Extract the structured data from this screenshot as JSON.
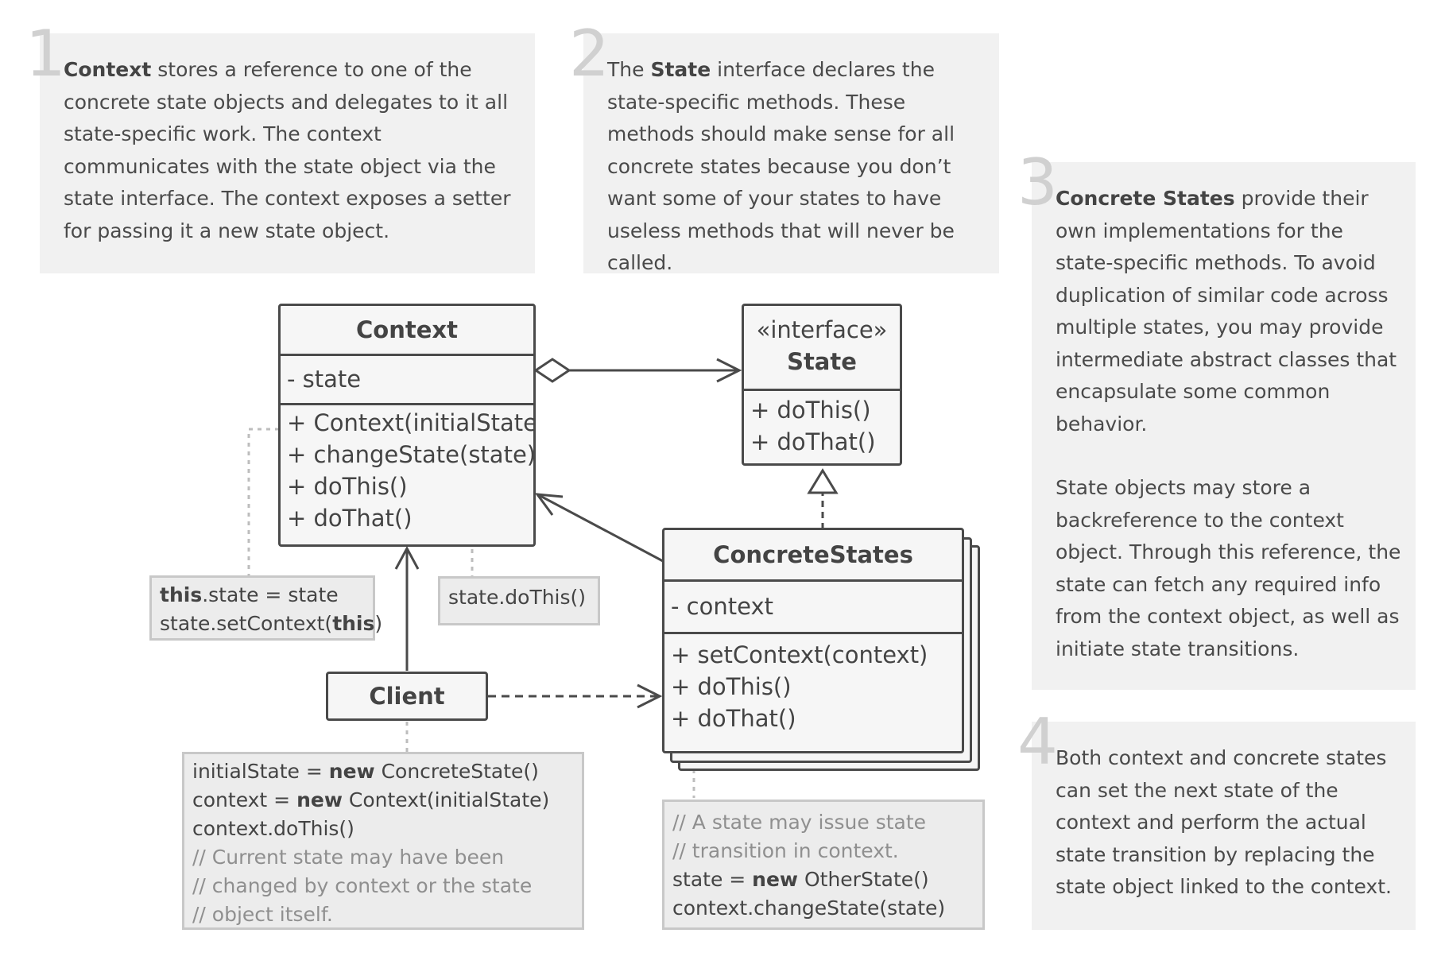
{
  "descriptions": [
    {
      "num": "1",
      "lead": "Context",
      "rest": " stores a reference to one of the concrete state objects and delegates to it all state-specific work. The context communicates with the state object via the state interface. The context exposes a setter for passing it a new state object."
    },
    {
      "num": "2",
      "pre": "The ",
      "lead": "State",
      "rest": " interface declares the state-specific methods. These methods should make sense for all concrete states because you don’t want some of your states to have useless methods that will never be called."
    },
    {
      "num": "3",
      "lead": "Concrete States",
      "rest": " provide their own implementations for the state-specific methods. To avoid duplication of similar code across multiple states, you may provide intermediate abstract classes that encapsulate some common behavior.",
      "para2": "State objects may store a backreference to the context object. Through this reference, the state can fetch any required info from the context object, as well as initiate state transitions."
    },
    {
      "num": "4",
      "rest": "Both context and concrete states can set the next state of the context and perform the actual state transition by replacing the state object linked to the context."
    }
  ],
  "classes": {
    "context": {
      "name": "Context",
      "field": "- state",
      "methods": [
        "+ Context(initialState)",
        "+ changeState(state)",
        "+ doThis()",
        "+ doThat()"
      ]
    },
    "state": {
      "stereotype": "«interface»",
      "name": "State",
      "methods": [
        "+ doThis()",
        "+ doThat()"
      ]
    },
    "concrete": {
      "name": "ConcreteStates",
      "field": "- context",
      "methods": [
        "+ setContext(context)",
        "+ doThis()",
        "+ doThat()"
      ]
    },
    "client": {
      "name": "Client"
    }
  },
  "notes": {
    "ctor": {
      "l1_bold": "this",
      "l1_rest": ".state = state",
      "l2_pre": "state.setContext(",
      "l2_bold": "this",
      "l2_post": ")"
    },
    "dothis": {
      "text": "state.doThis()"
    },
    "client": {
      "l1_pre": "initialState = ",
      "l1_bold": "new",
      "l1_post": " ConcreteState()",
      "l2_pre": "context = ",
      "l2_bold": "new",
      "l2_post": " Context(initialState)",
      "l3": "context.doThis()",
      "c1": "// Current state may have been",
      "c2": "// changed by context or the state",
      "c3": "// object itself."
    },
    "concrete": {
      "c1": "// A state may issue state",
      "c2": "// transition in context.",
      "l1_pre": "state = ",
      "l1_bold": "new",
      "l1_post": " OtherState()",
      "l2": "context.changeState(state)"
    }
  },
  "colors": {
    "stroke": "#4a4a4a",
    "panel": "#f1f1f1",
    "number": "#d0d0d0",
    "dashed": "#bdbdbd"
  }
}
